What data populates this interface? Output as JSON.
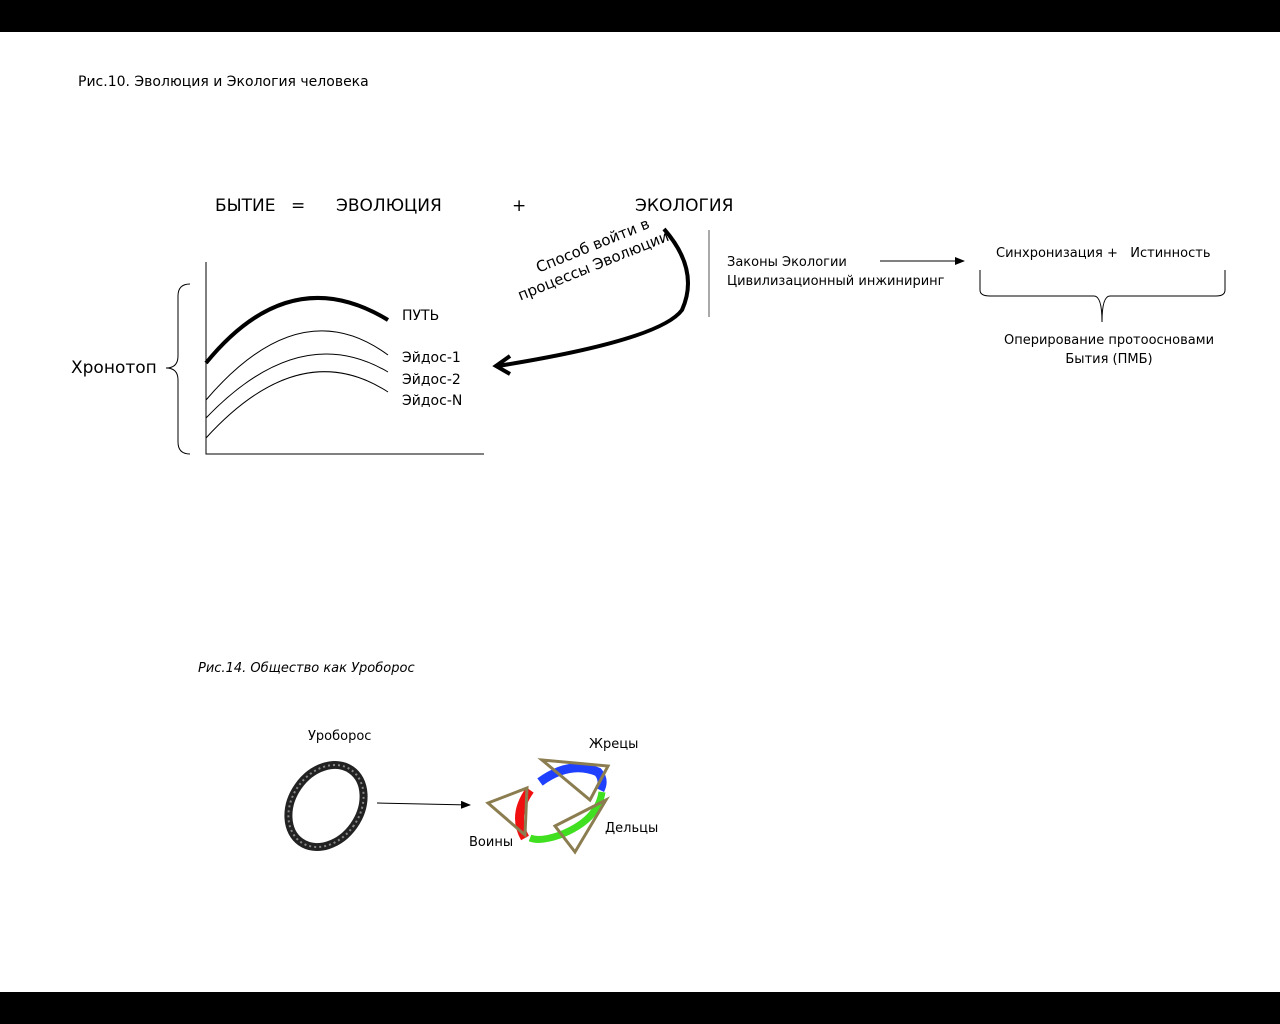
{
  "fig10": {
    "caption": "Рис.10. Эволюция и Экология человека",
    "equation": {
      "being": "БЫТИЕ",
      "equals": "=",
      "evolution": "ЭВОЛЮЦИЯ",
      "plus": "+",
      "ecology": "ЭКОЛОГИЯ"
    },
    "chronotope": "Хронотоп",
    "curves": [
      "ПУТЬ",
      "Эйдос-1",
      "Эйдос-2",
      "Эйдос-N"
    ],
    "arrow_label_1": "Способ войти в",
    "arrow_label_2": "процессы Эволюции",
    "laws": "Законы Экологии",
    "engineering": "Цивилизационный инжиниринг",
    "sync": "Синхронизация +   Истинность",
    "operating_1": "Оперирование протоосновами",
    "operating_2": "Бытия (ПМБ)"
  },
  "fig14": {
    "caption": "Рис.14. Общество как Уроборос",
    "ouroboros": "Уроборос",
    "priests": "Жрецы",
    "merchants": "Дельцы",
    "warriors": "Воины"
  }
}
